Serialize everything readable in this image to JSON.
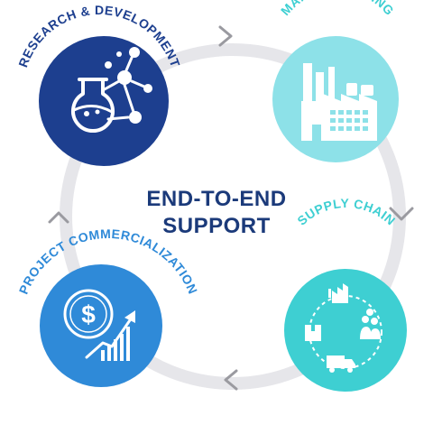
{
  "center": {
    "line1": "END-TO-END",
    "line2": "SUPPORT"
  },
  "stages": [
    {
      "label": "RESEARCH & DEVELOPMENT",
      "icon": "flask-molecule-icon",
      "color": "#1d3f8f"
    },
    {
      "label": "MANUFACTURING",
      "icon": "factory-icon",
      "color": "#8de1e8"
    },
    {
      "label": "SUPPLY CHAIN",
      "icon": "supply-chain-cycle-icon",
      "color": "#3ecfd2"
    },
    {
      "label": "PROJECT COMMERCIALIZATION",
      "icon": "dollar-growth-chart-icon",
      "color": "#2f8ad8"
    }
  ],
  "colors": {
    "ring": "#e6e6ea",
    "arrow": "#9a9aa0",
    "center_text": "#1b3a7a",
    "label_rd": "#1d3f8f",
    "label_mfg": "#3ecfd2",
    "label_supply": "#3ecfd2",
    "label_commercial": "#2f8ad8"
  }
}
